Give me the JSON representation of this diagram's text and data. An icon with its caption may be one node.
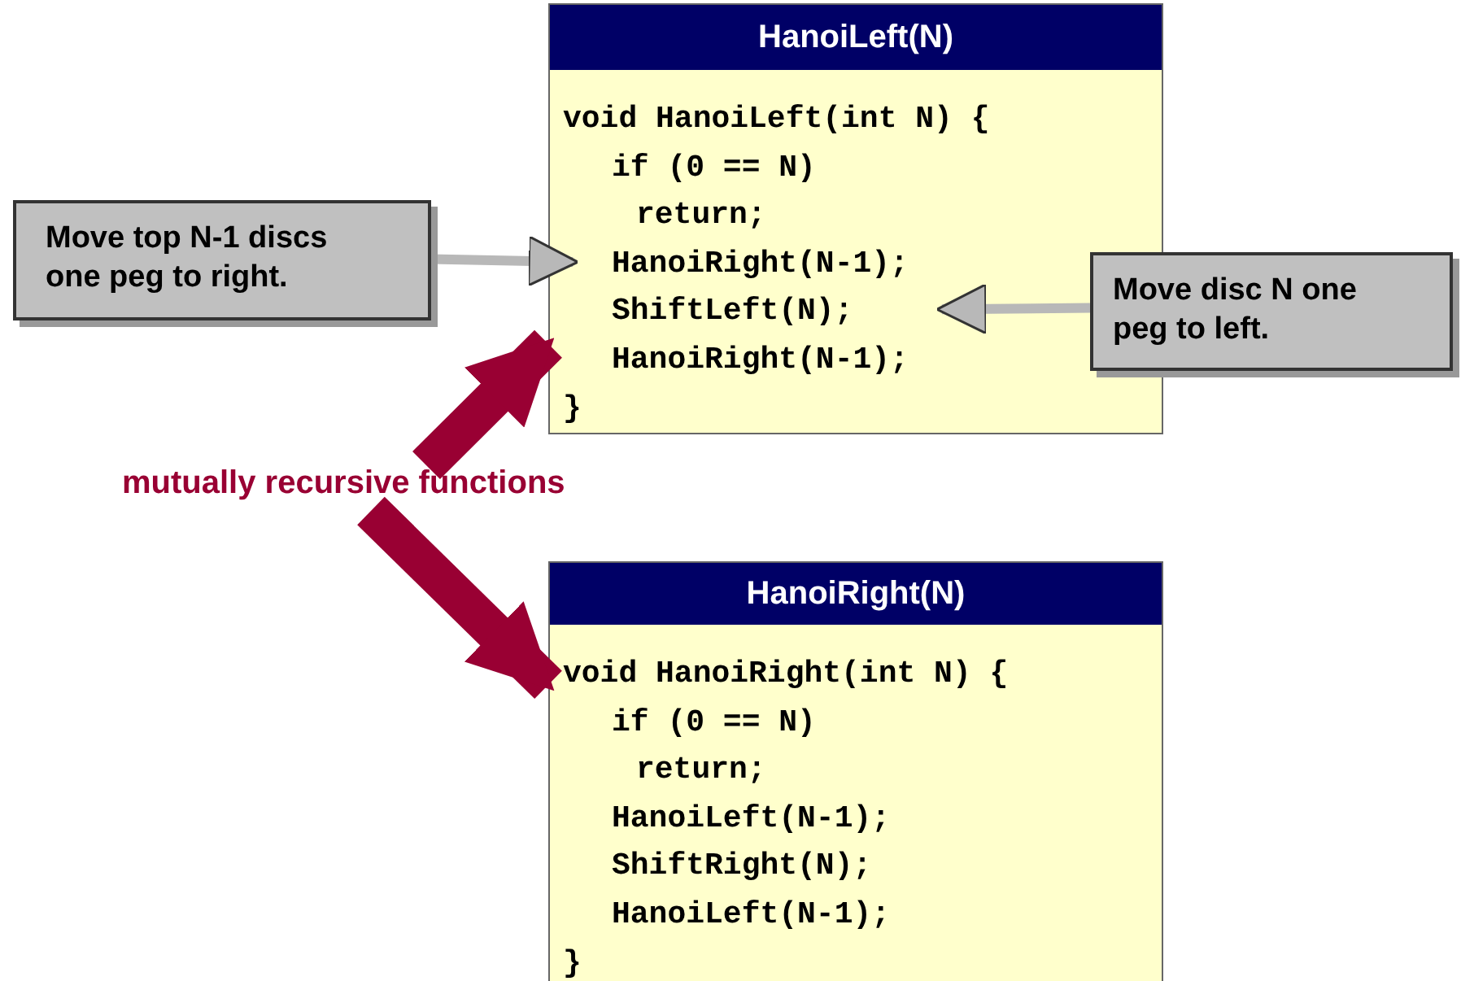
{
  "diagram": {
    "nodes": [
      {
        "text": [
          "HanoiLeft(N)",
          "void HanoiLeft(int N) {",
          "if (0 == N)",
          "return;",
          "HanoiRight(N-1);",
          "ShiftLeft(N);",
          "HanoiRight(N-1);",
          "}"
        ]
      },
      {
        "text": [
          "Move top N-1 discs one peg to right."
        ]
      },
      {
        "text": [
          "Move disc N one peg to left."
        ]
      },
      {
        "text": [
          "mutually recursive functions"
        ]
      },
      {
        "text": [
          "HanoiRight(N)",
          "void HanoiRight(int N) {",
          "if (0 == N)",
          "return;",
          "HanoiLeft(N-1);",
          "ShiftRight(N);",
          "HanoiLeft(N-1);",
          "}"
        ]
      }
    ],
    "edges": [
      {
        "from": 1,
        "to": 0,
        "arrow": "to"
      },
      {
        "from": 2,
        "to": 0,
        "arrow": "to"
      },
      {
        "from": 3,
        "to": 0,
        "arrow": "to",
        "style": "thick",
        "color": "#990033"
      },
      {
        "from": 3,
        "to": 4,
        "arrow": "to",
        "style": "thick",
        "color": "#990033"
      }
    ]
  }
}
